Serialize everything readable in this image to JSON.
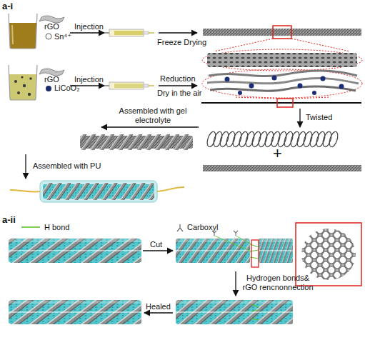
{
  "diagram": {
    "labels": [
      "a-i",
      "rGO",
      "Sn⁴⁺",
      "Injection",
      "Freeze Drying",
      "rGO",
      "LiCoO₂",
      "Injection",
      "Reduction",
      "Dry in the air",
      "Twisted",
      "Assembled with gel electrolyte",
      "+",
      "Assembled with PU",
      "a-ii",
      "Cut",
      "Hydrogen bonds& rGO rencnonnection",
      "Healed"
    ],
    "legend": [
      {
        "text": "H bond"
      },
      {
        "text": "Carboxyl"
      }
    ]
  }
}
